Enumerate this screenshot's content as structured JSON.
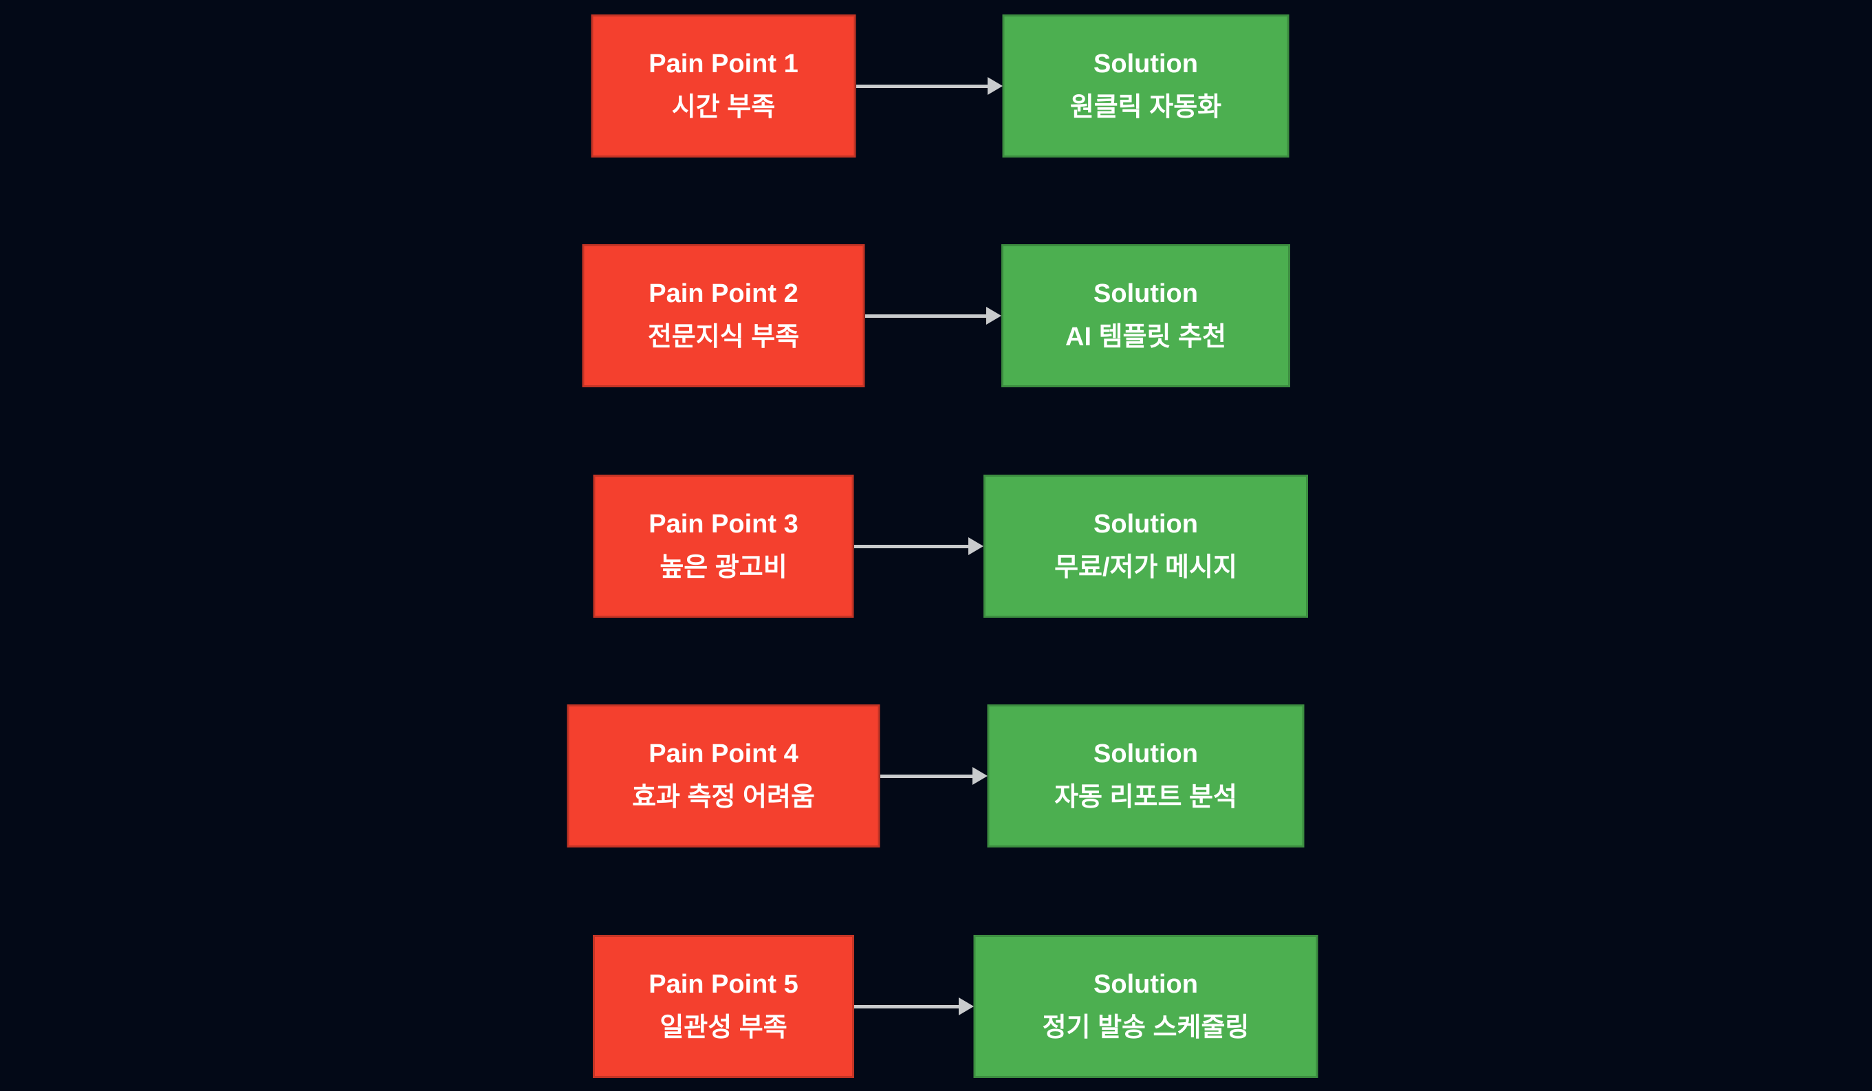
{
  "diagram": {
    "rows": [
      {
        "pain": {
          "title": "Pain Point 1",
          "subtitle": "시간 부족"
        },
        "solution": {
          "title": "Solution",
          "subtitle": "원클릭 자동화"
        }
      },
      {
        "pain": {
          "title": "Pain Point 2",
          "subtitle": "전문지식 부족"
        },
        "solution": {
          "title": "Solution",
          "subtitle": "AI 템플릿 추천"
        }
      },
      {
        "pain": {
          "title": "Pain Point 3",
          "subtitle": "높은 광고비"
        },
        "solution": {
          "title": "Solution",
          "subtitle": "무료/저가 메시지"
        }
      },
      {
        "pain": {
          "title": "Pain Point 4",
          "subtitle": "효과 측정 어려움"
        },
        "solution": {
          "title": "Solution",
          "subtitle": "자동 리포트 분석"
        }
      },
      {
        "pain": {
          "title": "Pain Point 5",
          "subtitle": "일관성 부족"
        },
        "solution": {
          "title": "Solution",
          "subtitle": "정기 발송 스케줄링"
        }
      }
    ],
    "colors": {
      "background": "#030917",
      "pain_fill": "#f4402e",
      "pain_border": "#c43425",
      "solution_fill": "#4caf50",
      "solution_border": "#3c8d40",
      "arrow": "#c9cbcd",
      "text": "#ffffff"
    }
  }
}
